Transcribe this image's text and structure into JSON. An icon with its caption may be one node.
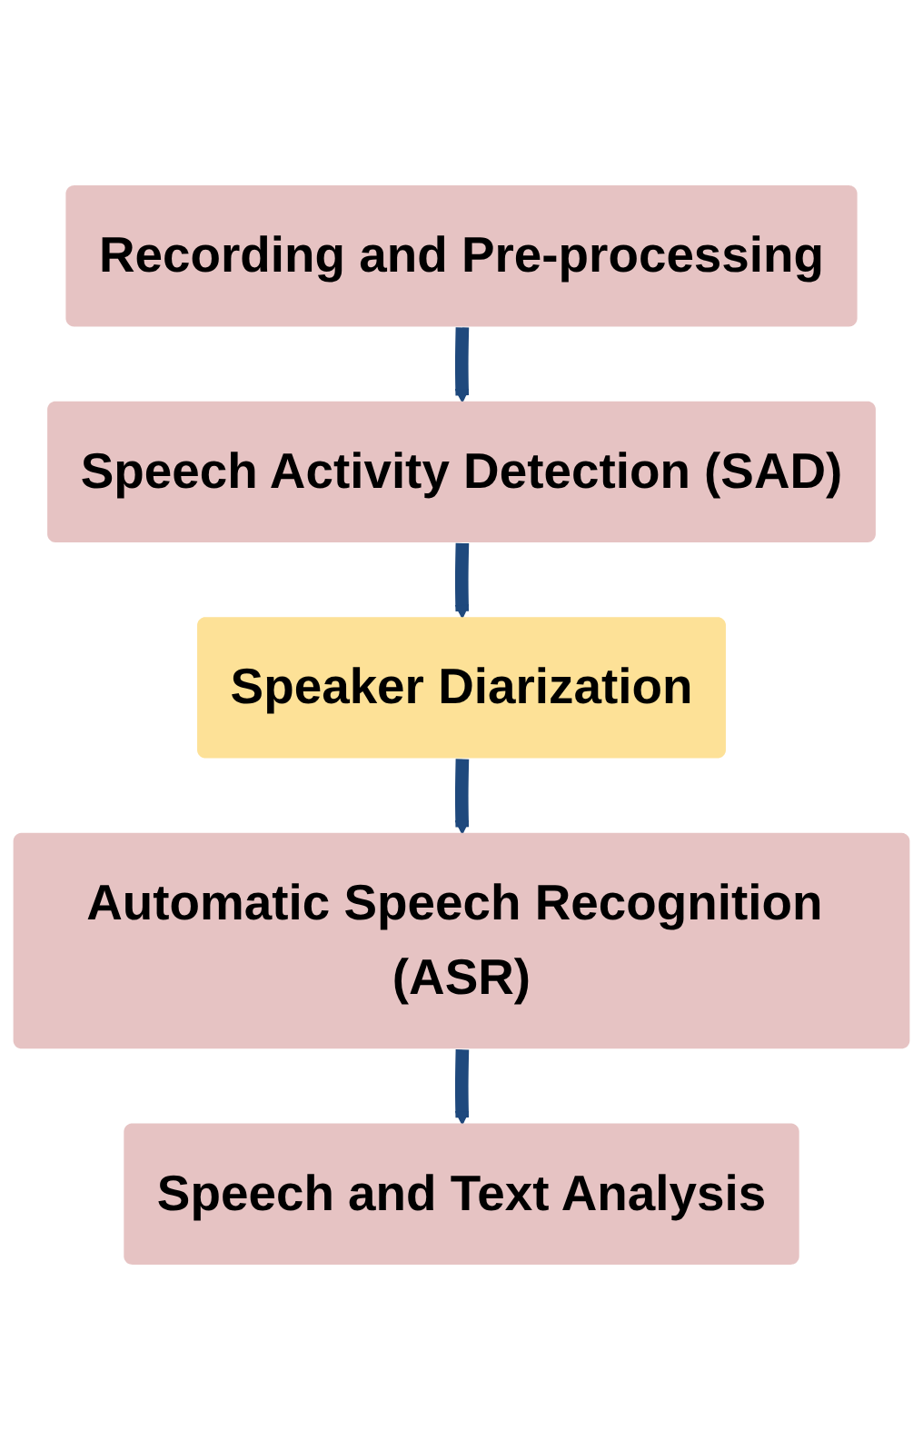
{
  "diagram": {
    "nodes": [
      {
        "text": [
          "Recording and Pre-processing"
        ]
      },
      {
        "text": [
          "Speech Activity Detection (SAD)"
        ]
      },
      {
        "text": [
          "Speaker Diarization"
        ]
      },
      {
        "text": [
          "Automatic Speech Recognition (ASR)"
        ]
      },
      {
        "text": [
          "Speech and Text Analysis"
        ]
      }
    ],
    "edges": [
      {
        "from": 0,
        "to": 1,
        "arrow": "to"
      },
      {
        "from": 1,
        "to": 2,
        "arrow": "to"
      },
      {
        "from": 2,
        "to": 3,
        "arrow": "to"
      },
      {
        "from": 3,
        "to": 4,
        "arrow": "to"
      }
    ]
  }
}
